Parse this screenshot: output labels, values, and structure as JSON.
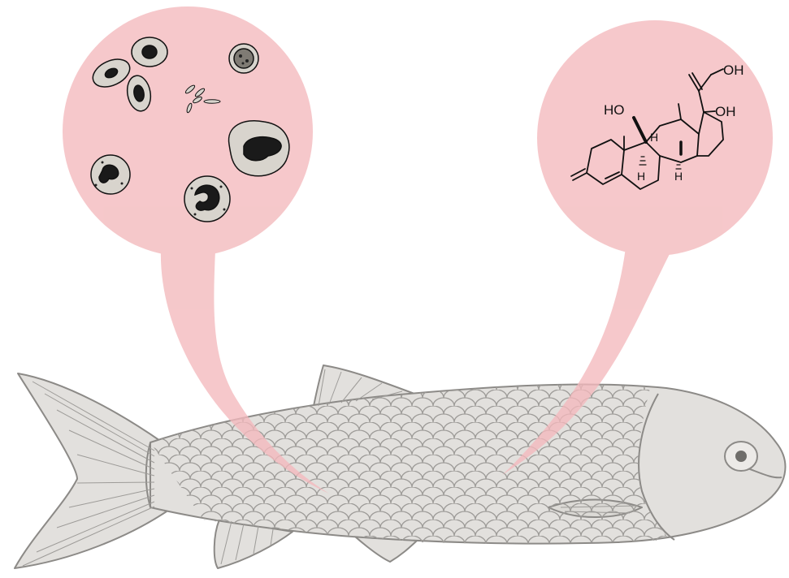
{
  "colors": {
    "bubble": "#f3b9bc",
    "bubble_opacity": 0.78,
    "fish_fill": "#e2e0dd",
    "fish_line": "#8c8a87",
    "ink": "#111111",
    "cell_fill": "#cfcbc4"
  },
  "icons": {
    "left_bubble": "blood-cells-icon",
    "right_bubble": "steroid-molecule-icon",
    "subject": "fish-icon"
  },
  "molecule_labels": {
    "ho": "HO",
    "oh_side": "OH",
    "oh_top": "OH",
    "h_left": "H",
    "h_mid": "H",
    "h_right": "H"
  }
}
